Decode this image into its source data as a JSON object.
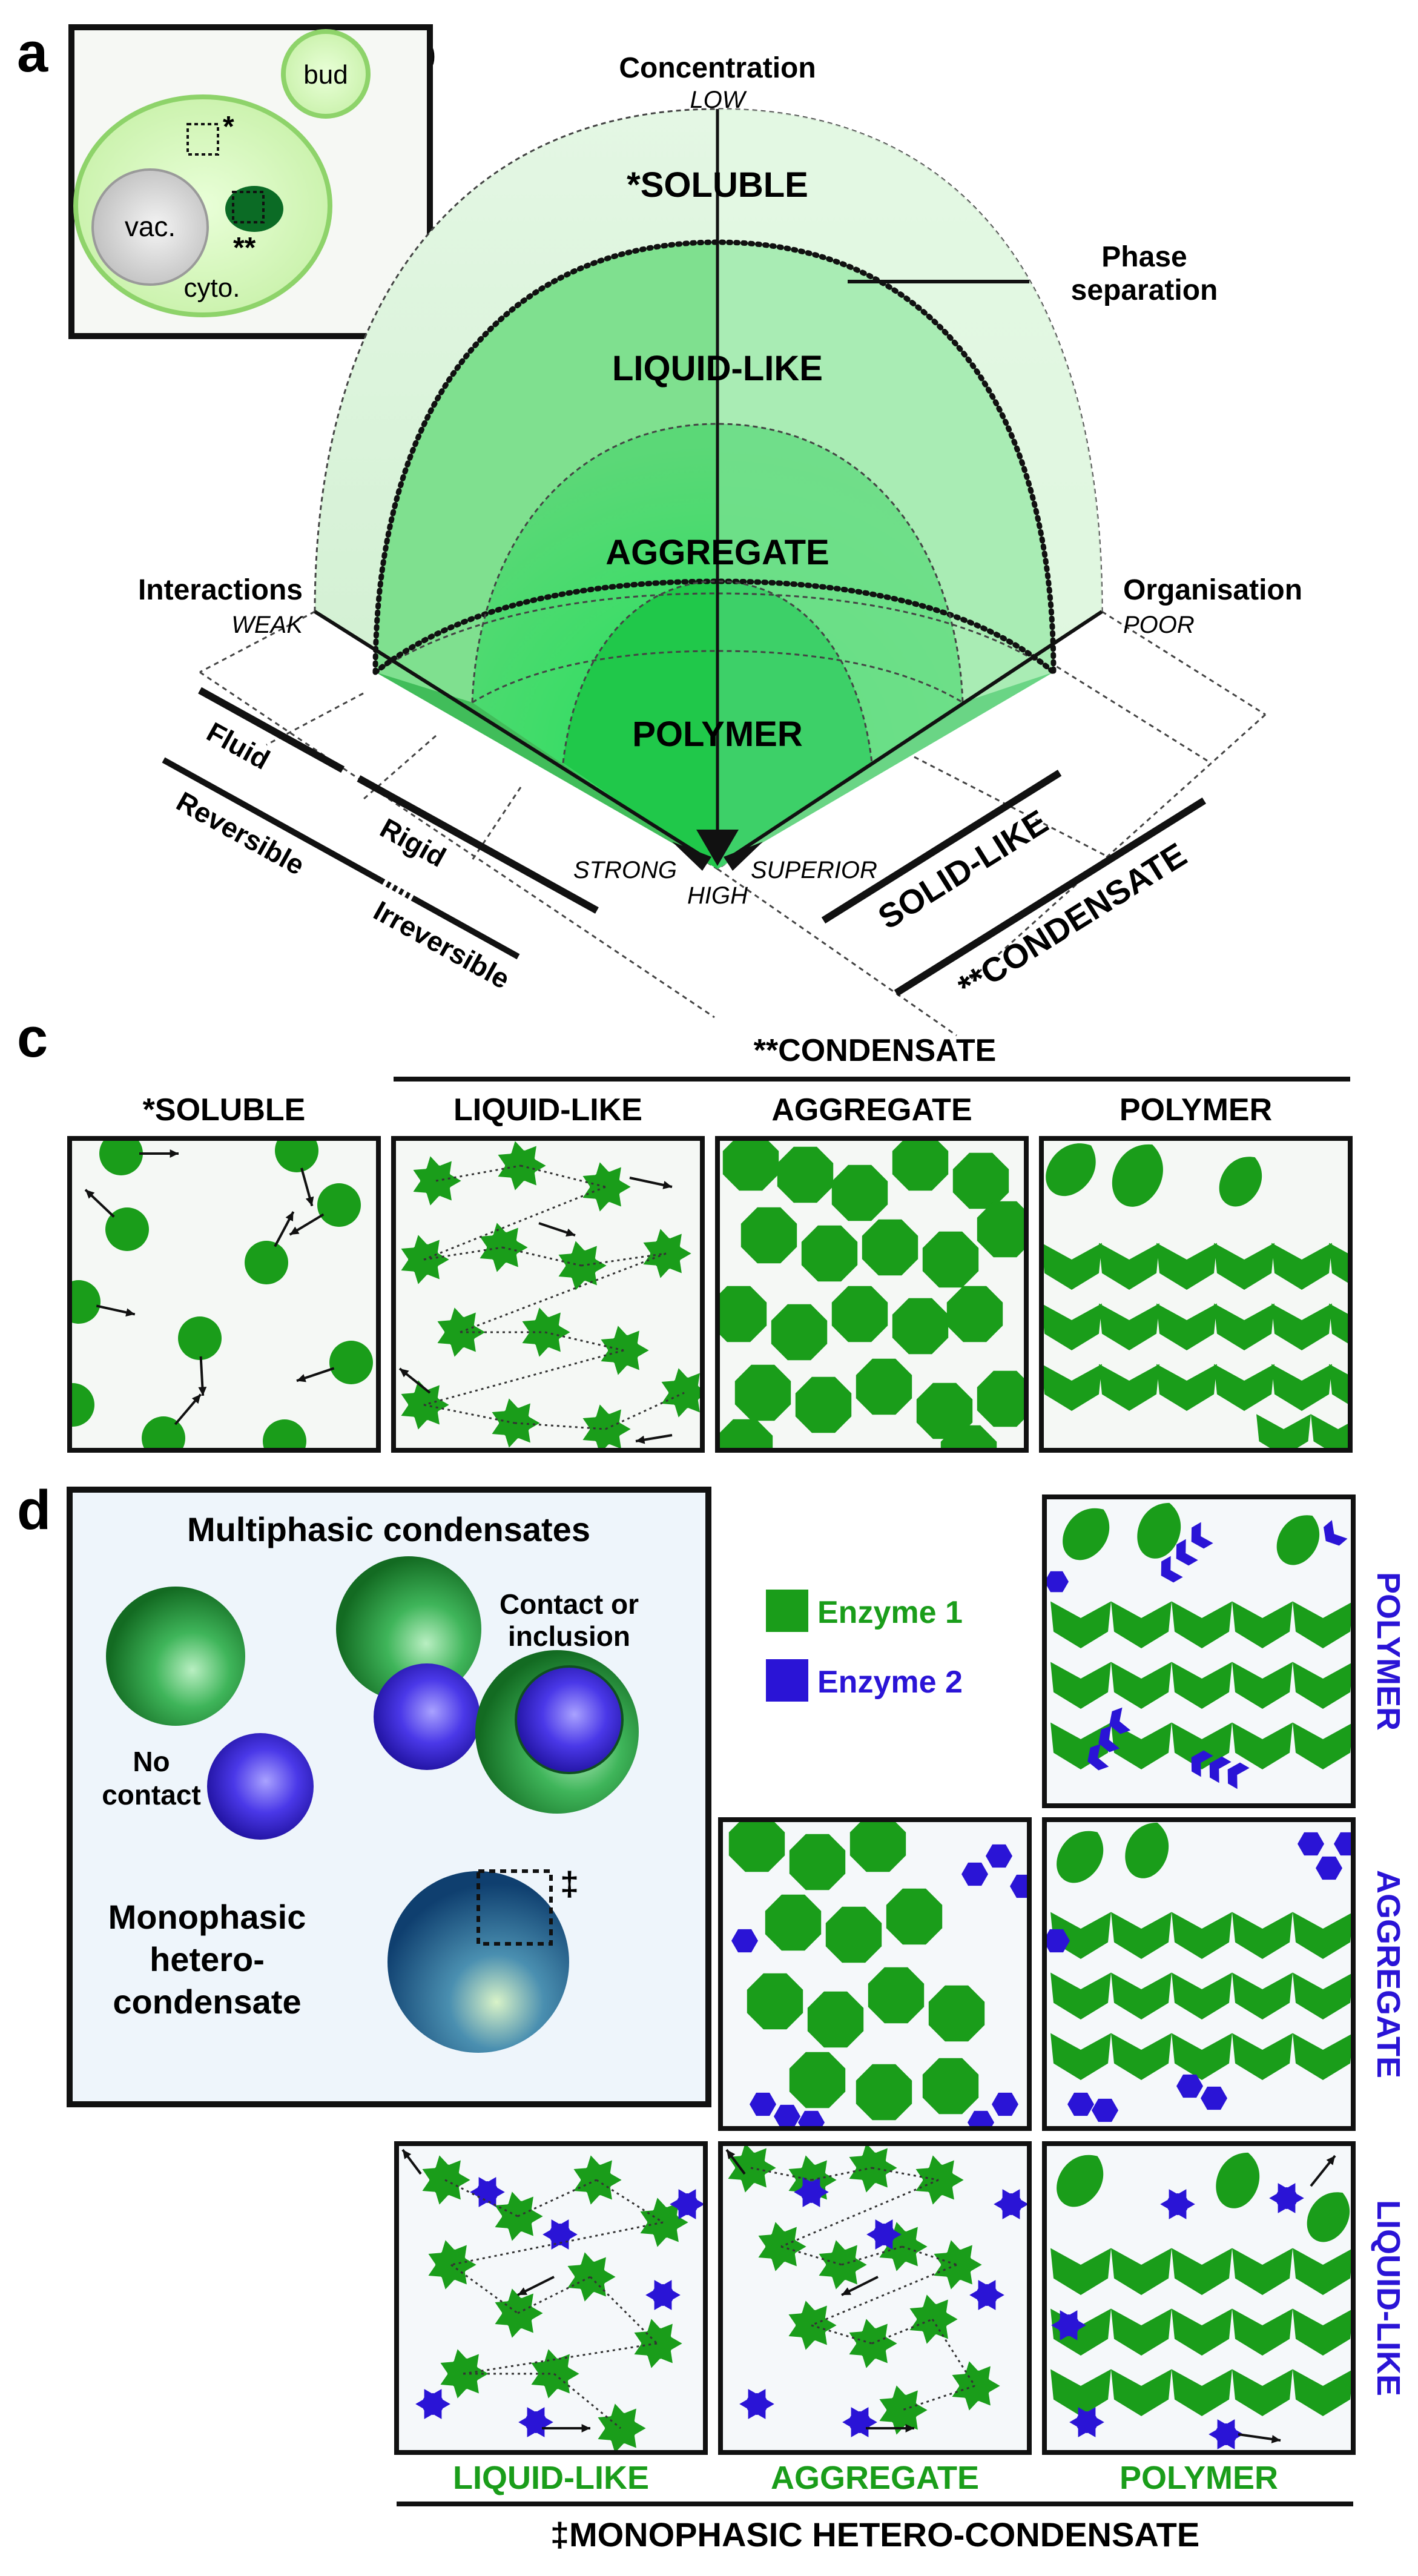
{
  "panel_labels": {
    "a": "a",
    "b": "b",
    "c": "c",
    "d": "d"
  },
  "panel_a": {
    "bud": "bud",
    "vacuole": "vac.",
    "cytoplasm": "cyto.",
    "marker_soluble": "*",
    "marker_condensate": "**"
  },
  "panel_b": {
    "axis_top_title": "Concentration",
    "axis_top_low": "LOW",
    "axis_bottom_high": "HIGH",
    "axis_left_title": "Interactions",
    "axis_left_weak": "WEAK",
    "axis_left_strong": "STRONG",
    "axis_right_title": "Organisation",
    "axis_right_poor": "POOR",
    "axis_right_superior": "SUPERIOR",
    "state_soluble": "*SOLUBLE",
    "state_liquid": "LIQUID-LIKE",
    "state_aggregate": "AGGREGATE",
    "state_polymer": "POLYMER",
    "phase_separation": [
      "Phase",
      "separation"
    ],
    "fluid": "Fluid",
    "rigid": "Rigid",
    "reversible": "Reversible",
    "irreversible": "Irreversible",
    "solid_like": "SOLID-LIKE",
    "condensate": "**CONDENSATE"
  },
  "panel_c": {
    "group_title": "**CONDENSATE",
    "tiles": [
      "*SOLUBLE",
      "LIQUID-LIKE",
      "AGGREGATE",
      "POLYMER"
    ]
  },
  "panel_d": {
    "box_title": "Multiphasic condensates",
    "contact_label": [
      "Contact or",
      "inclusion"
    ],
    "no_contact_label": [
      "No",
      "contact"
    ],
    "mono_label": [
      "Monophasic",
      "hetero-",
      "condensate"
    ],
    "mono_marker": "‡",
    "legend_enzyme1": "Enzyme 1",
    "legend_enzyme2": "Enzyme 2",
    "enzyme1_color": "#1a9d1a",
    "enzyme2_color": "#2a14d6",
    "row_labels": [
      "POLYMER",
      "AGGREGATE",
      "LIQUID-LIKE"
    ],
    "col_labels": [
      "LIQUID-LIKE",
      "AGGREGATE",
      "POLYMER"
    ],
    "bottom_title": "‡MONOPHASIC HETERO-CONDENSATE"
  }
}
